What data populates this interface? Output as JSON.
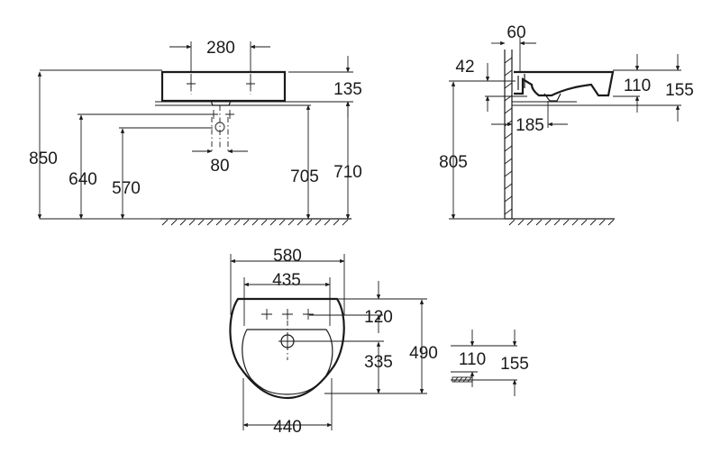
{
  "diagram": {
    "front_view": {
      "tap_spacing": "280",
      "height_to_rim": "850",
      "basin_height": "135",
      "waste_height": "640",
      "supply_height": "570",
      "supply_spacing": "80",
      "pedestal_height_1": "705",
      "pedestal_height_2": "710"
    },
    "side_view": {
      "wall_offset": "60",
      "top_offset": "42",
      "inner_depth": "110",
      "total_depth": "155",
      "waste_projection": "185",
      "floor_height": "805"
    },
    "top_view": {
      "outer_width": "580",
      "hole_spacing": "435",
      "back_to_holes": "120",
      "front_to_drain": "335",
      "overall_depth": "490",
      "bowl_width": "440",
      "fixing_depth": "110",
      "fixing_total": "155"
    }
  }
}
